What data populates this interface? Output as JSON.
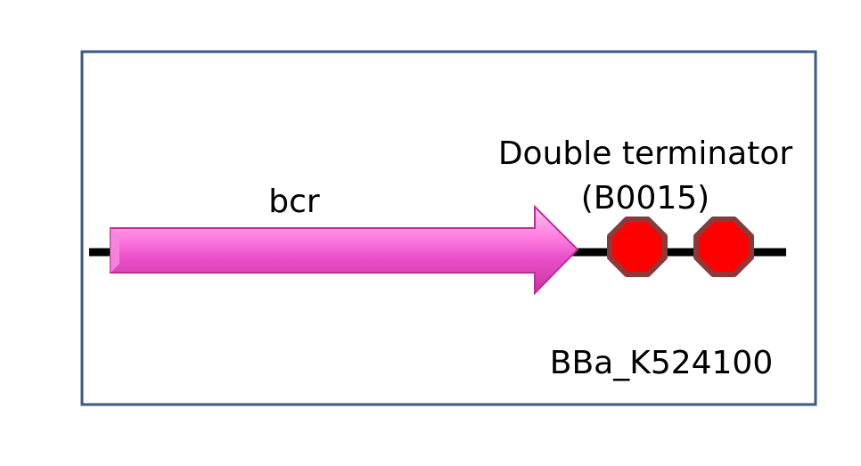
{
  "diagram": {
    "gene_label": "bcr",
    "terminator_label_line1": "Double terminator",
    "terminator_label_line2": "(B0015)",
    "part_id": "BBa_K524100"
  },
  "colors": {
    "frame": "#3b5a85",
    "backbone": "#000000",
    "gene_arrow": "#f06ad0",
    "terminator_fill": "#ff0000",
    "terminator_stroke": "#8b3a3a"
  },
  "icons": {
    "gene": "cds-arrow-icon",
    "terminator": "octagon-terminator-icon"
  }
}
